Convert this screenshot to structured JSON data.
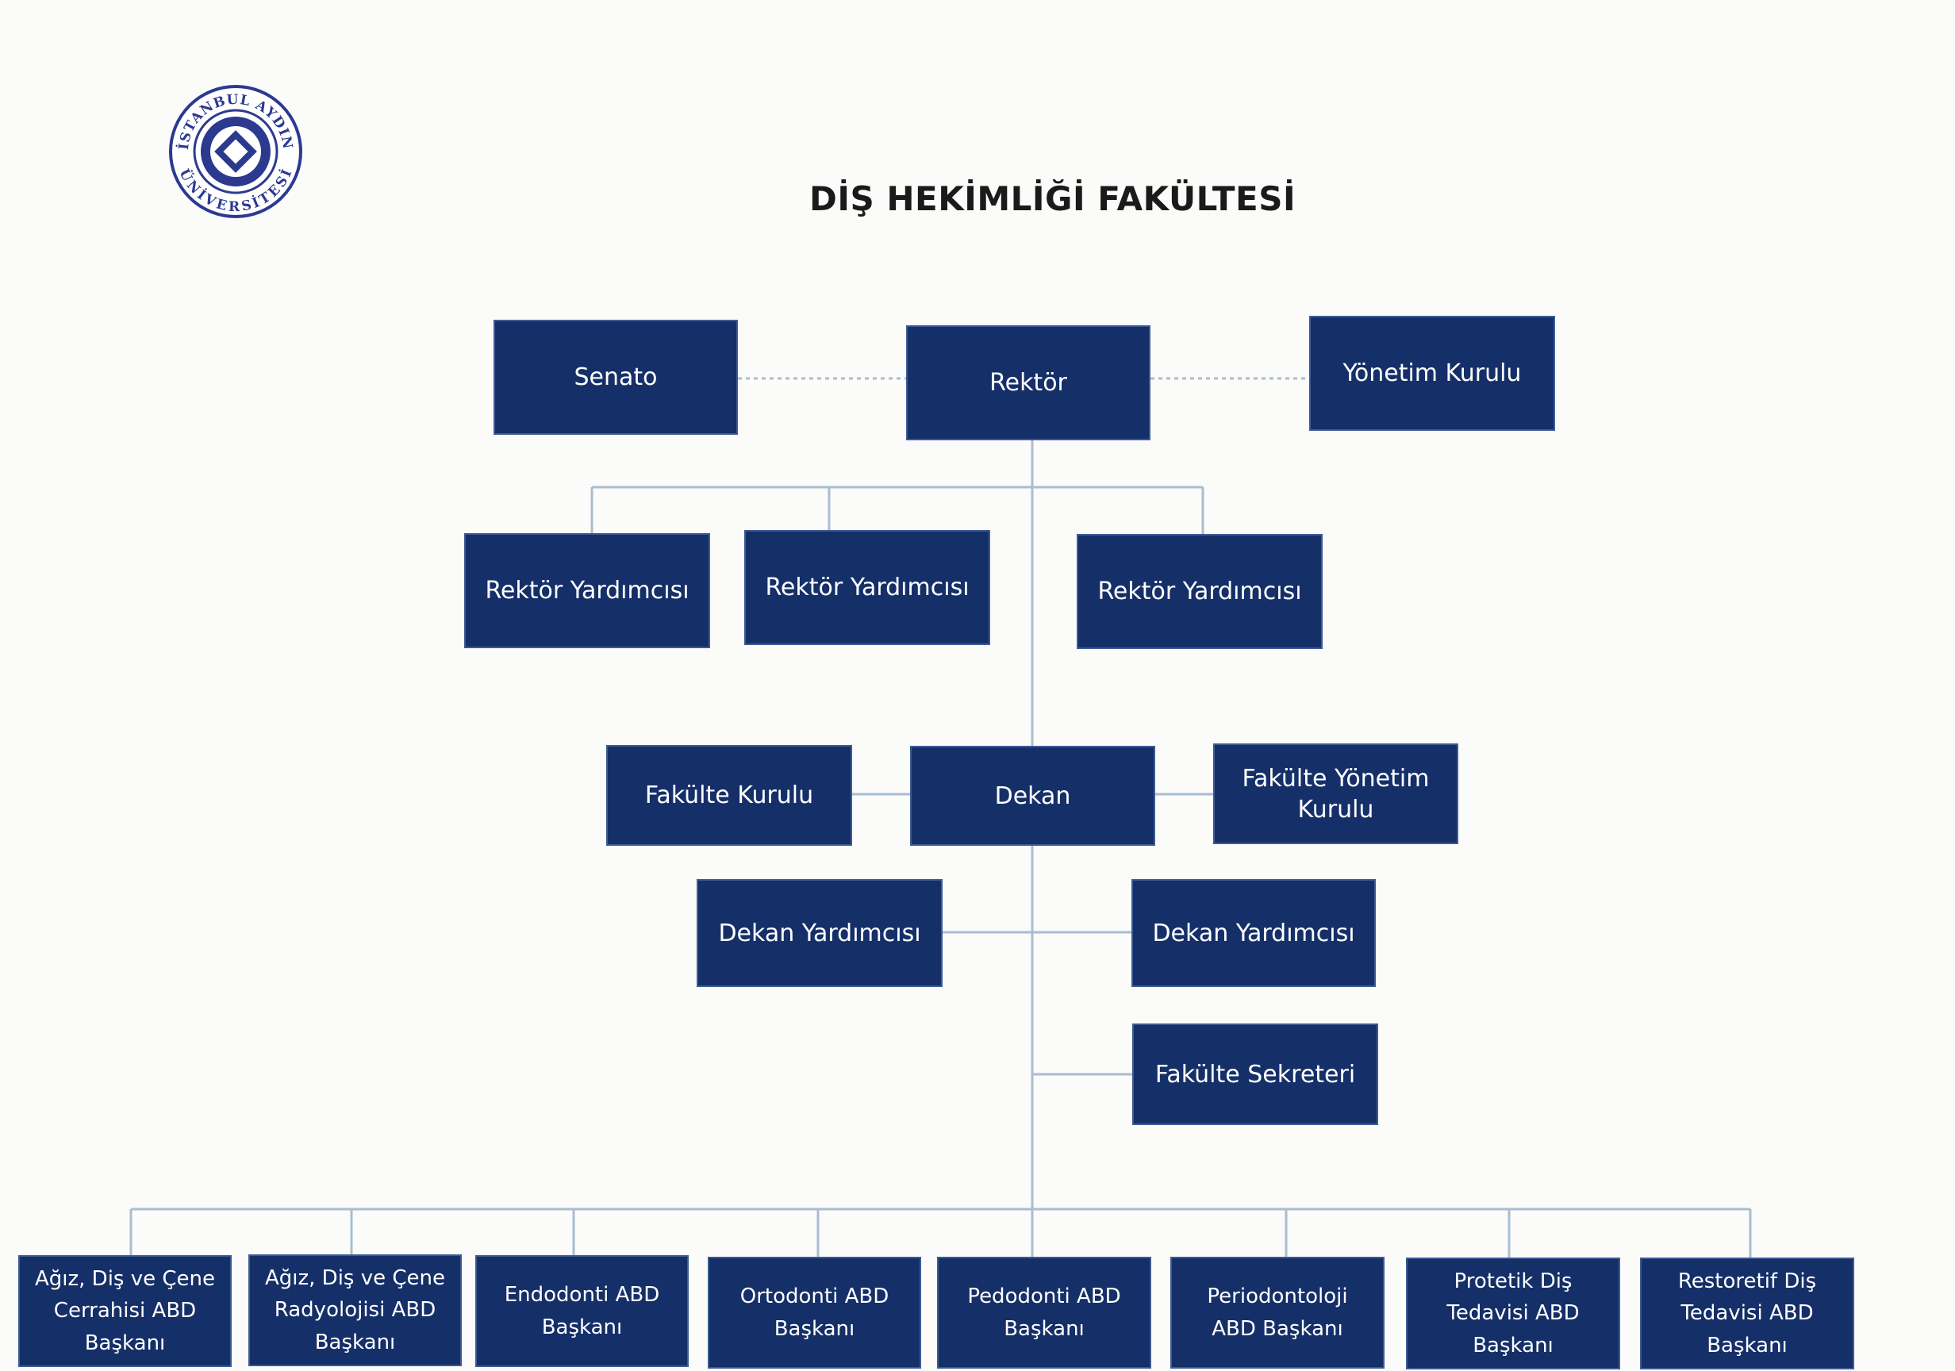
{
  "title": "DİŞ HEKİMLİĞİ FAKÜLTESİ",
  "logo": {
    "top_text": "İSTANBUL AYDIN",
    "bottom_text": "ÜNİVERSİTESİ"
  },
  "colors": {
    "box_fill": "#152f68",
    "box_border": "#3d5a94",
    "box_text": "#ffffff",
    "connector": "#a9bdd1",
    "title_text": "#1a1a1a"
  },
  "nodes": {
    "senato": "Senato",
    "rektor": "Rektör",
    "yonetim_kurulu": "Yönetim Kurulu",
    "rektor_yardimcisi_1": "Rektör Yardımcısı",
    "rektor_yardimcisi_2": "Rektör Yardımcısı",
    "rektor_yardimcisi_3": "Rektör Yardımcısı",
    "fakulte_kurulu": "Fakülte Kurulu",
    "dekan": "Dekan",
    "fakulte_yonetim_kurulu": "Fakülte Yönetim\nKurulu",
    "dekan_yardimcisi_1": "Dekan Yardımcısı",
    "dekan_yardimcisi_2": "Dekan Yardımcısı",
    "fakulte_sekreteri": "Fakülte Sekreteri",
    "departments": [
      "Ağız, Diş ve Çene\nCerrahisi ABD\nBaşkanı",
      "Ağız, Diş ve Çene\nRadyolojisi ABD\nBaşkanı",
      "Endodonti ABD\nBaşkanı",
      "Ortodonti ABD\nBaşkanı",
      "Pedodonti ABD\nBaşkanı",
      "Periodontoloji\nABD Başkanı",
      "Protetik Diş\nTedavisi ABD\nBaşkanı",
      "Restoretif Diş\nTedavisi ABD\nBaşkanı"
    ]
  }
}
